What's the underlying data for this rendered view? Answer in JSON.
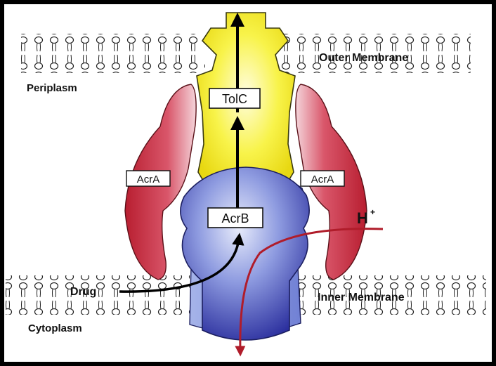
{
  "labels": {
    "outer_membrane": "Outer Membrane",
    "inner_membrane": "Inner Membrane",
    "periplasm": "Periplasm",
    "cytoplasm": "Cytoplasm",
    "tolc": "TolC",
    "acrb": "AcrB",
    "acra_left": "AcrA",
    "acra_right": "AcrA",
    "drug": "Drug",
    "proton": "H",
    "proton_charge": "+"
  },
  "colors": {
    "tolc": "#f5f02a",
    "acrb": "#3236a8",
    "acra": "#c4283a",
    "proton_arrow": "#b01c2a",
    "arrow": "#000000"
  }
}
